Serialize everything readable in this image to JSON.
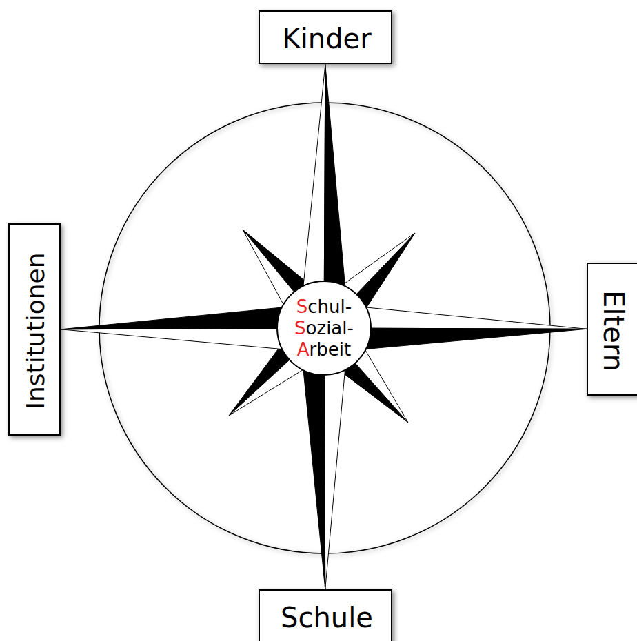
{
  "diagram": {
    "nodes": [
      {
        "text": [
          "Kinder"
        ]
      },
      {
        "text": [
          "Institutionen"
        ]
      },
      {
        "text": [
          "Schul- Sozial- Arbeit"
        ]
      },
      {
        "text": [
          "Eltern"
        ]
      },
      {
        "text": [
          "Schule"
        ]
      }
    ],
    "edges": [
      {
        "from": 2,
        "to": 0,
        "arrow": "none"
      },
      {
        "from": 2,
        "to": 3,
        "arrow": "none"
      },
      {
        "from": 2,
        "to": 4,
        "arrow": "none"
      },
      {
        "from": 2,
        "to": 1,
        "arrow": "none"
      }
    ]
  }
}
